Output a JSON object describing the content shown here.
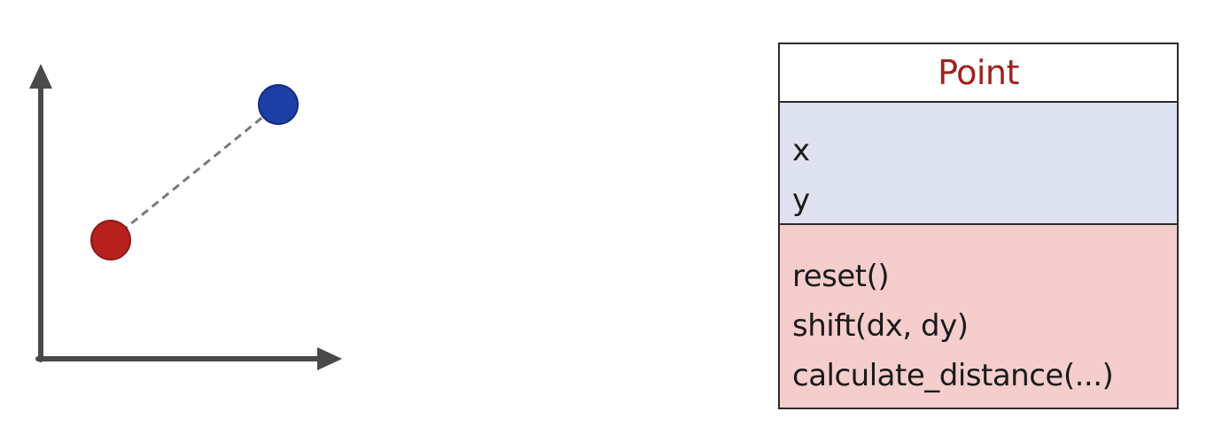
{
  "diagram": {
    "points": [
      {
        "name": "point-a",
        "color": "#b8221c",
        "stroke": "#8e1a15"
      },
      {
        "name": "point-b",
        "color": "#1d3fa6",
        "stroke": "#122c7e"
      }
    ],
    "axis_color": "#4a4a4a",
    "connector_color": "#7a7a7a"
  },
  "uml": {
    "title": "Point",
    "title_color": "#a0211f",
    "attributes": [
      "x",
      "y"
    ],
    "methods": [
      "reset()",
      "shift(dx, dy)",
      "calculate_distance(...)"
    ],
    "attributes_bg": "#dee1f0",
    "methods_bg": "#f5cdcd"
  }
}
